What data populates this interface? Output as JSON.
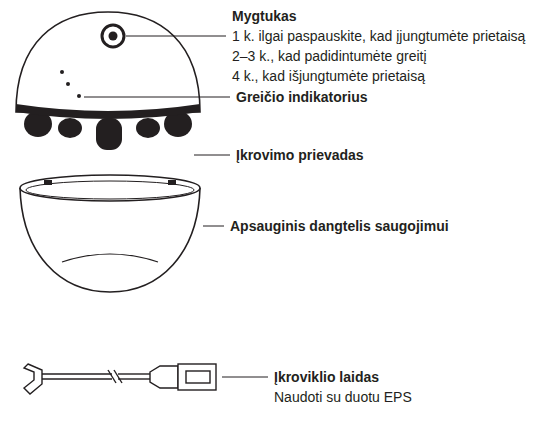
{
  "diagram": {
    "labels": [
      "Mygtukas",
      "1 k. ilgai paspauskite, kad įjungtumėte prietaisą",
      "2–3 k., kad padidintumėte greitį",
      "4 k., kad išjungtumėte prietaisą",
      "Greičio indikatorius",
      "Įkrovimo prievadas",
      "Apsauginis dangtelis saugojimui",
      "Įkroviklio laidas",
      "Naudoti su duotu EPS"
    ]
  }
}
